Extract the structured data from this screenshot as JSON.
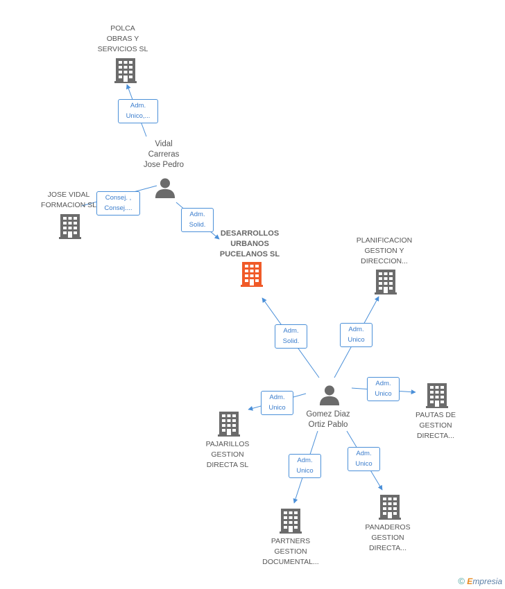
{
  "companies": {
    "polca": "POLCA\nOBRAS Y\nSERVICIOS  SL",
    "jose_vidal": "JOSE VIDAL\nFORMACION SL",
    "desarrollos": "DESARROLLOS\nURBANOS\nPUCELANOS SL",
    "planificacion": "PLANIFICACION\nGESTION Y\nDIRECCION...",
    "pautas": "PAUTAS DE\nGESTION\nDIRECTA...",
    "pajarillos": "PAJARILLOS\nGESTION\nDIRECTA SL",
    "partners": "PARTNERS\nGESTION\nDOCUMENTAL...",
    "panaderos": "PANADEROS\nGESTION\nDIRECTA..."
  },
  "people": {
    "vidal": "Vidal\nCarreras\nJose Pedro",
    "gomez": "Gomez Diaz\nOrtiz Pablo"
  },
  "edges": {
    "vidal_polca": "Adm.\nUnico,...",
    "vidal_jose": "Consej. ,\nConsej....",
    "vidal_desarrollos": "Adm.\nSolid.",
    "gomez_desarrollos": "Adm.\nSolid.",
    "gomez_planificacion": "Adm.\nUnico",
    "gomez_pautas": "Adm.\nUnico",
    "gomez_pajarillos": "Adm.\nUnico",
    "gomez_partners": "Adm.\nUnico",
    "gomez_panaderos": "Adm.\nUnico"
  },
  "footer": {
    "copyright": "©",
    "brand_initial": "E",
    "brand_rest": "mpresia"
  },
  "colors": {
    "edge": "#4a8fd8",
    "building": "#6b6b6b",
    "focus_building": "#f05a28",
    "person": "#6b6b6b"
  }
}
